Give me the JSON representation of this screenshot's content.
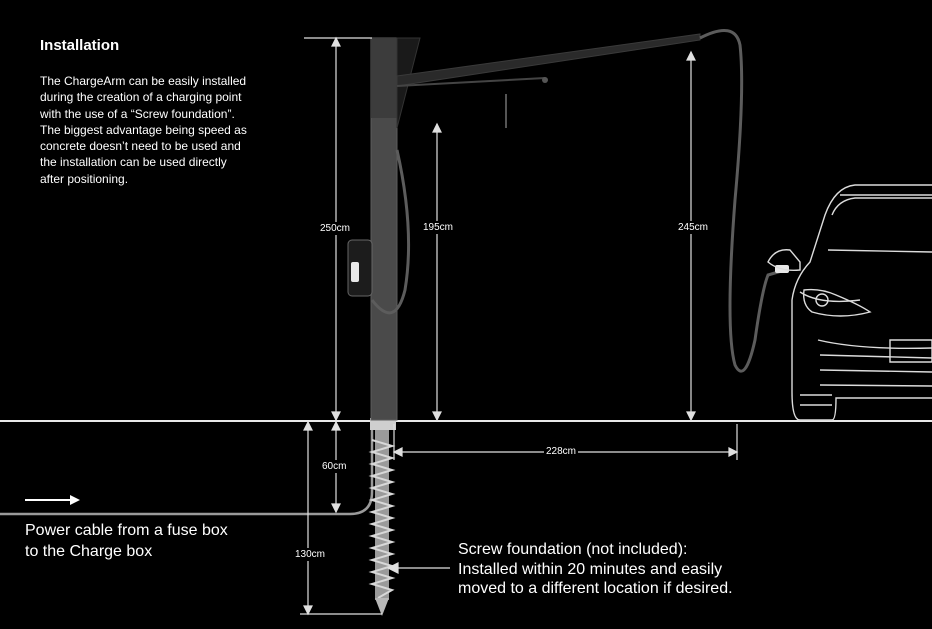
{
  "installation": {
    "title": "Installation",
    "description": "The ChargeArm can be easily installed\nduring the creation of a charging point\nwith the use of a “Screw foundation”.\nThe biggest advantage being speed as\nconcrete doesn’t need to be used and\nthe installation can be used directly\nafter positioning."
  },
  "power_cable": {
    "label": "Power cable from a fuse box\nto the Charge box"
  },
  "screw_foundation": {
    "label": "Screw foundation (not included):\nInstalled within 20 minutes and easily\nmoved to a different location if desired."
  },
  "dimensions": {
    "pole_height": "250cm",
    "arm_clearance": "195cm",
    "cable_reach_height": "245cm",
    "arm_length": "228cm",
    "cable_depth": "60cm",
    "screw_depth": "130cm"
  },
  "colors": {
    "background": "#000000",
    "pole": "#4a4a4a",
    "line": "#dcdcdc",
    "screw": "#b8b8b8"
  }
}
